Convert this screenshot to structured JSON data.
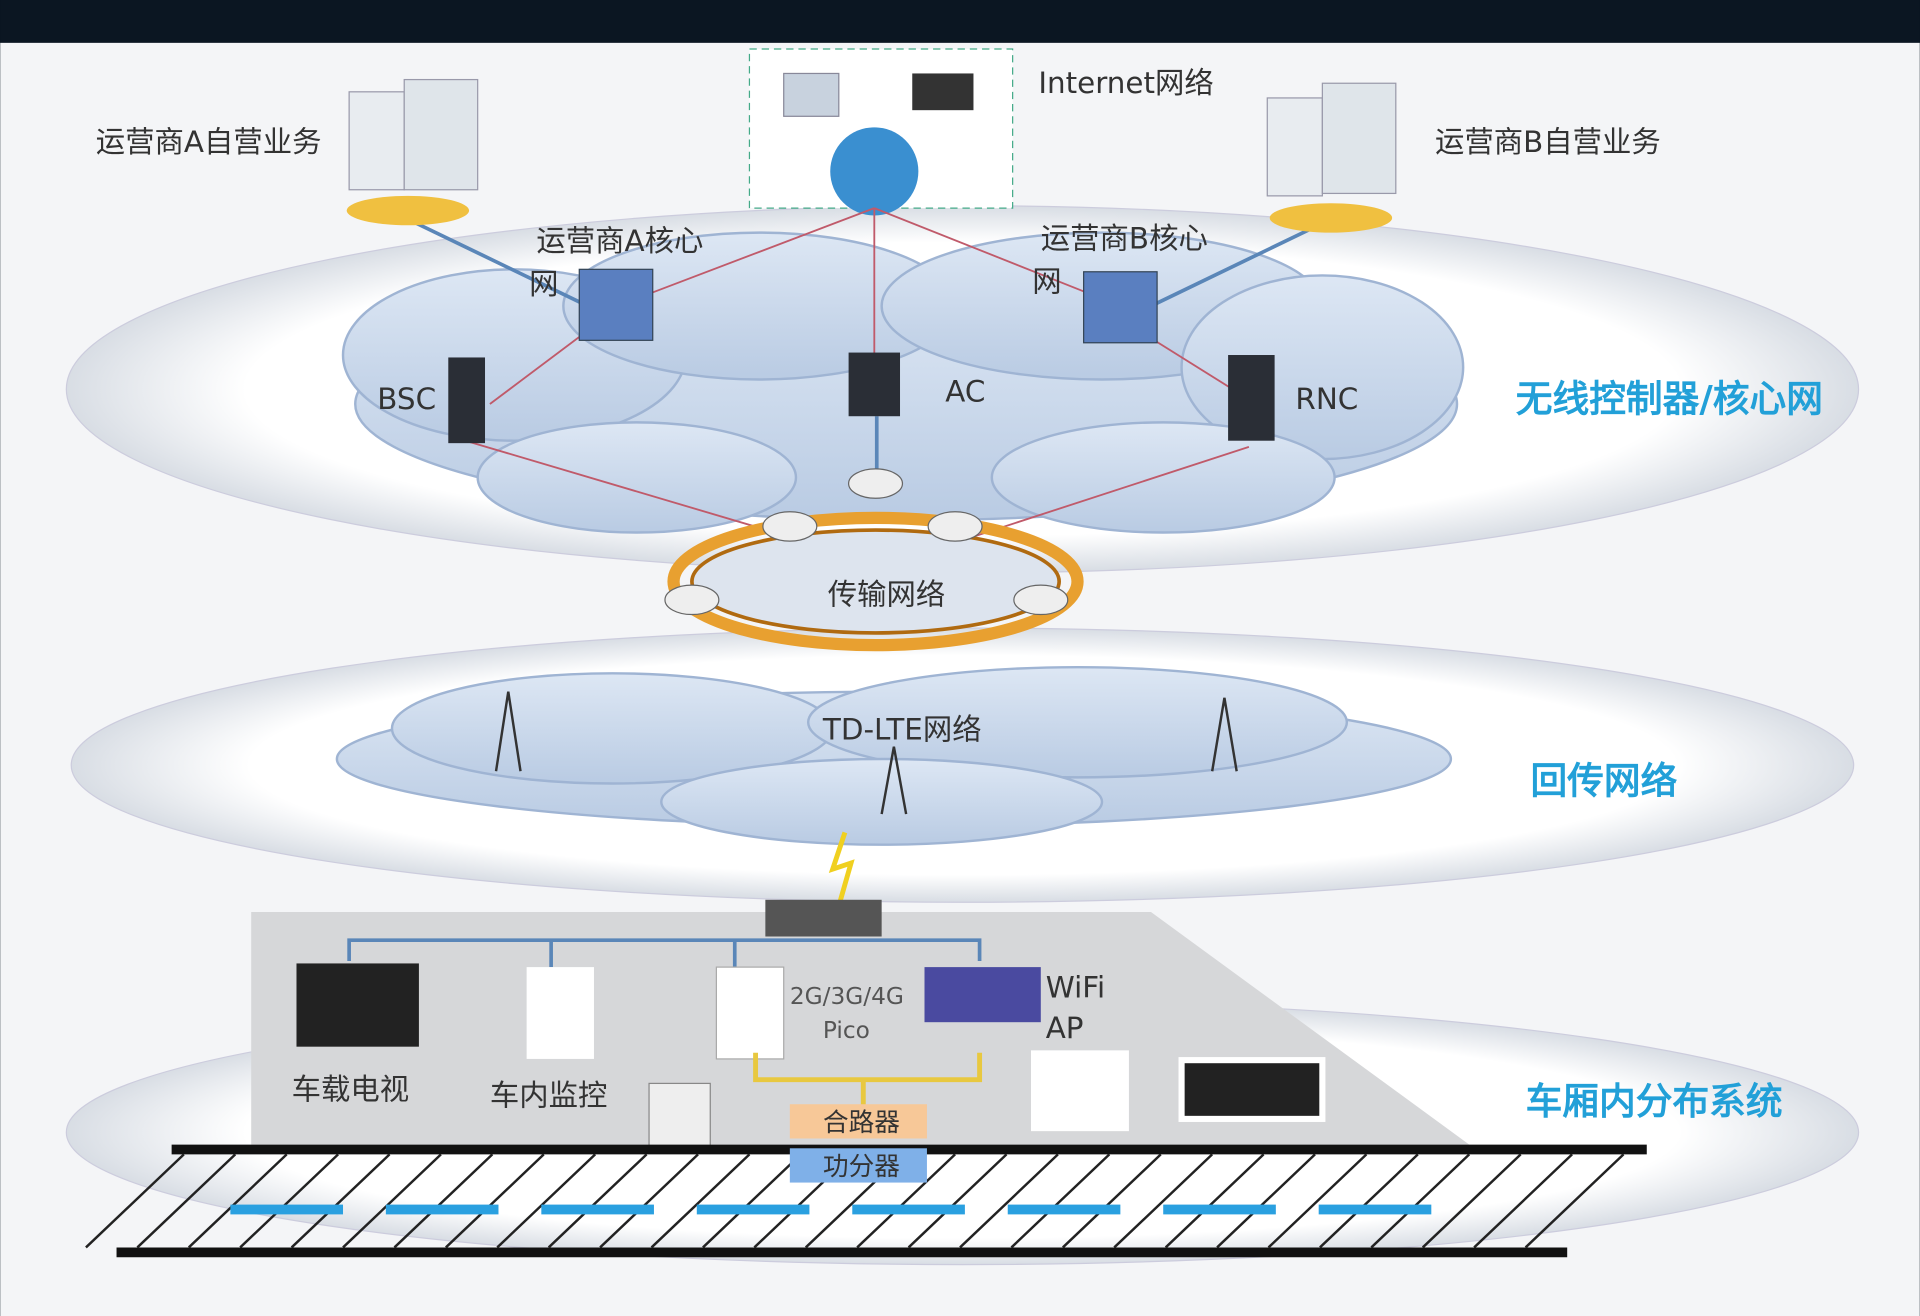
{
  "layers": {
    "core": "无线控制器/核心网",
    "backhaul": "回传网络",
    "carriage": "车厢内分布系统"
  },
  "nodes": {
    "internet": "Internet网络",
    "op_a_service": "运营商A自营业务",
    "op_b_service": "运营商B自营业务",
    "op_a_core_1": "运营商A核心",
    "op_a_core_2": "网",
    "op_b_core_1": "运营商B核心",
    "op_b_core_2": "网",
    "bsc": "BSC",
    "ac": "AC",
    "rnc": "RNC",
    "transport": "传输网络",
    "tdlte": "TD-LTE网络",
    "tv": "车载电视",
    "monitor": "车内监控",
    "pico_1": "2G/3G/4G",
    "pico_2": "Pico",
    "wifi_1": "WiFi",
    "wifi_2": "AP",
    "combiner": "合路器",
    "splitter": "功分器"
  },
  "colors": {
    "cloud": "#c9d9ee",
    "link": "#c05a6a",
    "ring": "#e8a030",
    "label": "#22a0d8"
  }
}
